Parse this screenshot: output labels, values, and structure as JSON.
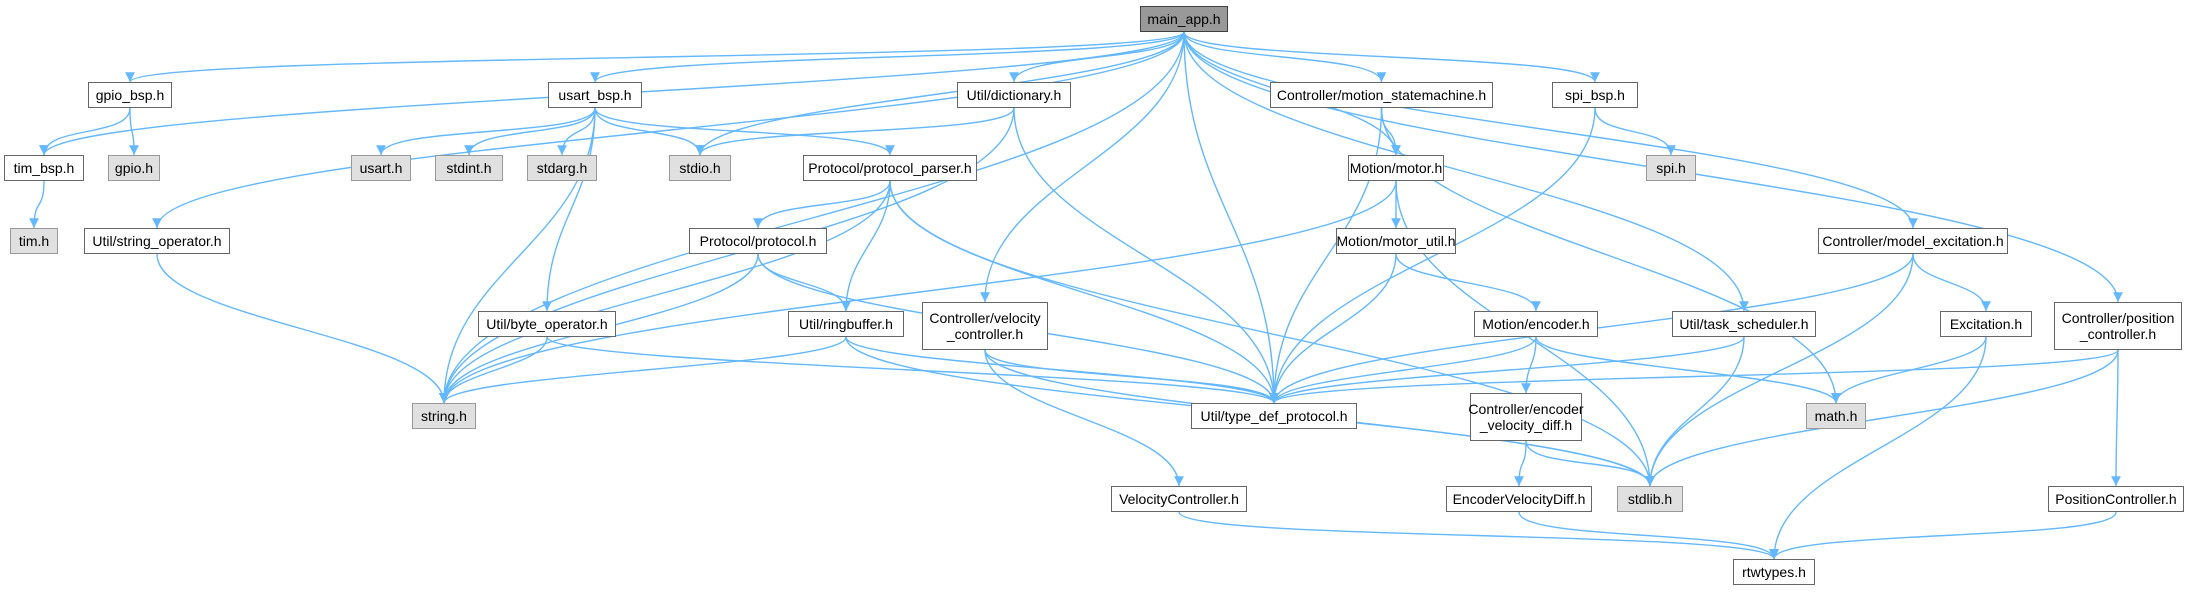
{
  "graph": {
    "edge_color": "#63b8ff",
    "nodes": [
      {
        "id": "main_app",
        "lines": [
          "main_app.h"
        ],
        "kind": "root"
      },
      {
        "id": "gpio_bsp",
        "lines": [
          "gpio_bsp.h"
        ],
        "kind": "file"
      },
      {
        "id": "usart_bsp",
        "lines": [
          "usart_bsp.h"
        ],
        "kind": "file"
      },
      {
        "id": "dictionary",
        "lines": [
          "Util/dictionary.h"
        ],
        "kind": "file"
      },
      {
        "id": "motion_statemachine",
        "lines": [
          "Controller/motion_statemachine.h"
        ],
        "kind": "file"
      },
      {
        "id": "spi_bsp",
        "lines": [
          "spi_bsp.h"
        ],
        "kind": "file"
      },
      {
        "id": "tim_bsp",
        "lines": [
          "tim_bsp.h"
        ],
        "kind": "file"
      },
      {
        "id": "gpio_h",
        "lines": [
          "gpio.h"
        ],
        "kind": "sys"
      },
      {
        "id": "usart_h",
        "lines": [
          "usart.h"
        ],
        "kind": "sys"
      },
      {
        "id": "stdint_h",
        "lines": [
          "stdint.h"
        ],
        "kind": "sys"
      },
      {
        "id": "stdarg_h",
        "lines": [
          "stdarg.h"
        ],
        "kind": "sys"
      },
      {
        "id": "stdio_h",
        "lines": [
          "stdio.h"
        ],
        "kind": "sys"
      },
      {
        "id": "protocol_parser",
        "lines": [
          "Protocol/protocol_parser.h"
        ],
        "kind": "file"
      },
      {
        "id": "motor",
        "lines": [
          "Motion/motor.h"
        ],
        "kind": "file"
      },
      {
        "id": "spi_h",
        "lines": [
          "spi.h"
        ],
        "kind": "sys"
      },
      {
        "id": "tim_h",
        "lines": [
          "tim.h"
        ],
        "kind": "sys"
      },
      {
        "id": "string_operator",
        "lines": [
          "Util/string_operator.h"
        ],
        "kind": "file"
      },
      {
        "id": "protocol",
        "lines": [
          "Protocol/protocol.h"
        ],
        "kind": "file"
      },
      {
        "id": "motor_util",
        "lines": [
          "Motion/motor_util.h"
        ],
        "kind": "file"
      },
      {
        "id": "model_excitation",
        "lines": [
          "Controller/model_excitation.h"
        ],
        "kind": "file"
      },
      {
        "id": "position_controller",
        "lines": [
          "Controller/position",
          "_controller.h"
        ],
        "kind": "file"
      },
      {
        "id": "byte_operator",
        "lines": [
          "Util/byte_operator.h"
        ],
        "kind": "file"
      },
      {
        "id": "ringbuffer",
        "lines": [
          "Util/ringbuffer.h"
        ],
        "kind": "file"
      },
      {
        "id": "velocity_controller",
        "lines": [
          "Controller/velocity",
          "_controller.h"
        ],
        "kind": "file"
      },
      {
        "id": "encoder",
        "lines": [
          "Motion/encoder.h"
        ],
        "kind": "file"
      },
      {
        "id": "task_scheduler",
        "lines": [
          "Util/task_scheduler.h"
        ],
        "kind": "file"
      },
      {
        "id": "excitation",
        "lines": [
          "Excitation.h"
        ],
        "kind": "file"
      },
      {
        "id": "string_h",
        "lines": [
          "string.h"
        ],
        "kind": "sys"
      },
      {
        "id": "type_def_protocol",
        "lines": [
          "Util/type_def_protocol.h"
        ],
        "kind": "file"
      },
      {
        "id": "encoder_velocity_diff",
        "lines": [
          "Controller/encoder",
          "_velocity_diff.h"
        ],
        "kind": "file"
      },
      {
        "id": "math_h",
        "lines": [
          "math.h"
        ],
        "kind": "sys"
      },
      {
        "id": "VelocityController",
        "lines": [
          "VelocityController.h"
        ],
        "kind": "file"
      },
      {
        "id": "EncoderVelocityDiff",
        "lines": [
          "EncoderVelocityDiff.h"
        ],
        "kind": "file"
      },
      {
        "id": "stdlib_h",
        "lines": [
          "stdlib.h"
        ],
        "kind": "sys"
      },
      {
        "id": "PositionController",
        "lines": [
          "PositionController.h"
        ],
        "kind": "file"
      },
      {
        "id": "rtwtypes",
        "lines": [
          "rtwtypes.h"
        ],
        "kind": "file"
      }
    ],
    "edges": [
      [
        "main_app",
        "gpio_bsp"
      ],
      [
        "main_app",
        "usart_bsp"
      ],
      [
        "main_app",
        "dictionary"
      ],
      [
        "main_app",
        "motion_statemachine"
      ],
      [
        "main_app",
        "spi_bsp"
      ],
      [
        "main_app",
        "tim_bsp"
      ],
      [
        "main_app",
        "string_operator"
      ],
      [
        "main_app",
        "string_h"
      ],
      [
        "main_app",
        "stdio_h"
      ],
      [
        "main_app",
        "velocity_controller"
      ],
      [
        "main_app",
        "type_def_protocol"
      ],
      [
        "main_app",
        "motor"
      ],
      [
        "main_app",
        "task_scheduler"
      ],
      [
        "main_app",
        "model_excitation"
      ],
      [
        "main_app",
        "position_controller"
      ],
      [
        "gpio_bsp",
        "tim_bsp"
      ],
      [
        "gpio_bsp",
        "gpio_h"
      ],
      [
        "tim_bsp",
        "tim_h"
      ],
      [
        "usart_bsp",
        "usart_h"
      ],
      [
        "usart_bsp",
        "stdint_h"
      ],
      [
        "usart_bsp",
        "stdarg_h"
      ],
      [
        "usart_bsp",
        "stdio_h"
      ],
      [
        "usart_bsp",
        "protocol_parser"
      ],
      [
        "usart_bsp",
        "string_h"
      ],
      [
        "usart_bsp",
        "byte_operator"
      ],
      [
        "dictionary",
        "stdio_h"
      ],
      [
        "dictionary",
        "string_h"
      ],
      [
        "dictionary",
        "type_def_protocol"
      ],
      [
        "motion_statemachine",
        "motor"
      ],
      [
        "motion_statemachine",
        "type_def_protocol"
      ],
      [
        "motion_statemachine",
        "math_h"
      ],
      [
        "spi_bsp",
        "spi_h"
      ],
      [
        "spi_bsp",
        "type_def_protocol"
      ],
      [
        "protocol_parser",
        "protocol"
      ],
      [
        "protocol_parser",
        "ringbuffer"
      ],
      [
        "protocol_parser",
        "string_h"
      ],
      [
        "protocol_parser",
        "type_def_protocol"
      ],
      [
        "protocol_parser",
        "stdlib_h"
      ],
      [
        "motor",
        "motor_util"
      ],
      [
        "motor",
        "string_h"
      ],
      [
        "motor",
        "stdlib_h"
      ],
      [
        "string_operator",
        "string_h"
      ],
      [
        "protocol",
        "ringbuffer"
      ],
      [
        "protocol",
        "string_h"
      ],
      [
        "protocol",
        "type_def_protocol"
      ],
      [
        "motor_util",
        "encoder"
      ],
      [
        "motor_util",
        "type_def_protocol"
      ],
      [
        "model_excitation",
        "excitation"
      ],
      [
        "model_excitation",
        "type_def_protocol"
      ],
      [
        "model_excitation",
        "stdlib_h"
      ],
      [
        "position_controller",
        "PositionController"
      ],
      [
        "position_controller",
        "type_def_protocol"
      ],
      [
        "position_controller",
        "stdlib_h"
      ],
      [
        "byte_operator",
        "string_h"
      ],
      [
        "byte_operator",
        "type_def_protocol"
      ],
      [
        "ringbuffer",
        "string_h"
      ],
      [
        "ringbuffer",
        "type_def_protocol"
      ],
      [
        "ringbuffer",
        "stdlib_h"
      ],
      [
        "velocity_controller",
        "VelocityController"
      ],
      [
        "velocity_controller",
        "type_def_protocol"
      ],
      [
        "velocity_controller",
        "stdlib_h"
      ],
      [
        "encoder",
        "encoder_velocity_diff"
      ],
      [
        "encoder",
        "type_def_protocol"
      ],
      [
        "encoder",
        "math_h"
      ],
      [
        "task_scheduler",
        "type_def_protocol"
      ],
      [
        "task_scheduler",
        "stdlib_h"
      ],
      [
        "excitation",
        "math_h"
      ],
      [
        "excitation",
        "rtwtypes"
      ],
      [
        "encoder_velocity_diff",
        "EncoderVelocityDiff"
      ],
      [
        "encoder_velocity_diff",
        "stdlib_h"
      ],
      [
        "VelocityController",
        "rtwtypes"
      ],
      [
        "EncoderVelocityDiff",
        "rtwtypes"
      ],
      [
        "PositionController",
        "rtwtypes"
      ]
    ]
  }
}
